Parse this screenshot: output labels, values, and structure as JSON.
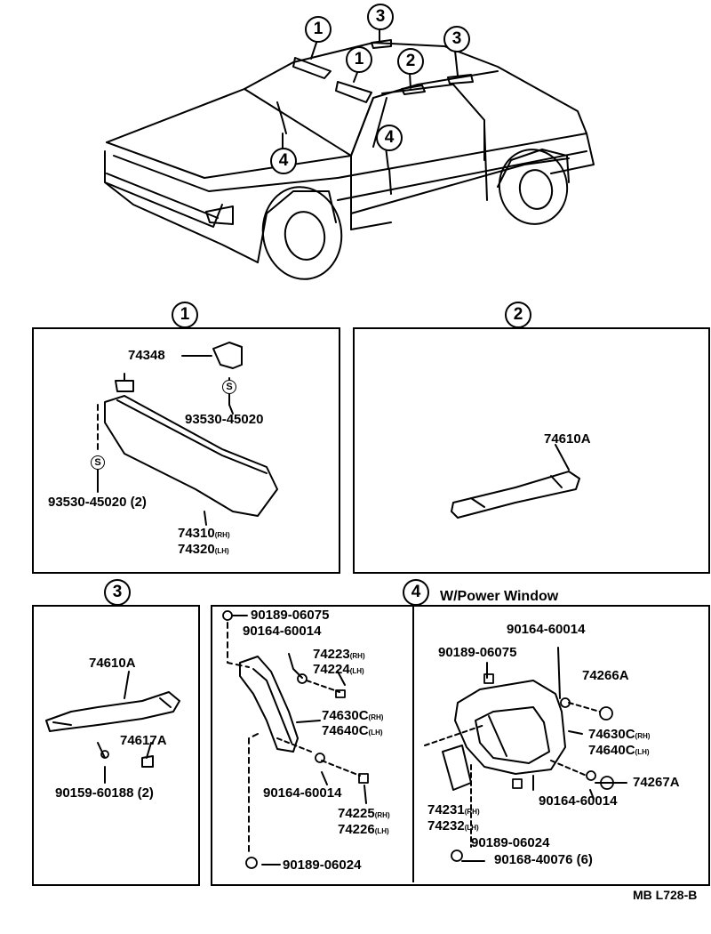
{
  "car_callouts": [
    "1",
    "1",
    "2",
    "3",
    "3",
    "4",
    "4"
  ],
  "sections": [
    {
      "num": "1",
      "parts": [
        "74348",
        "93530-45020",
        "93530-45020 (2)",
        "74310",
        "74320"
      ],
      "suffix": {
        "rh": "(RH)",
        "lh": "(LH)"
      },
      "s_mark": "S"
    },
    {
      "num": "2",
      "parts": [
        "74610A"
      ]
    },
    {
      "num": "3",
      "parts": [
        "74610A",
        "74617A",
        "90159-60188 (2)"
      ]
    },
    {
      "num": "4",
      "title": "W/Power Window",
      "left_parts": [
        "90189-06075",
        "90164-60014",
        "74223",
        "74224",
        "74630C",
        "74640C",
        "90164-60014",
        "74225",
        "74226",
        "90189-06024"
      ],
      "right_parts": [
        "90164-60014",
        "90189-06075",
        "74266A",
        "74630C",
        "74640C",
        "74267A",
        "74231",
        "74232",
        "90164-60014",
        "90189-06024",
        "90168-40076 (6)"
      ]
    }
  ],
  "figure_code": "MB L728-B"
}
